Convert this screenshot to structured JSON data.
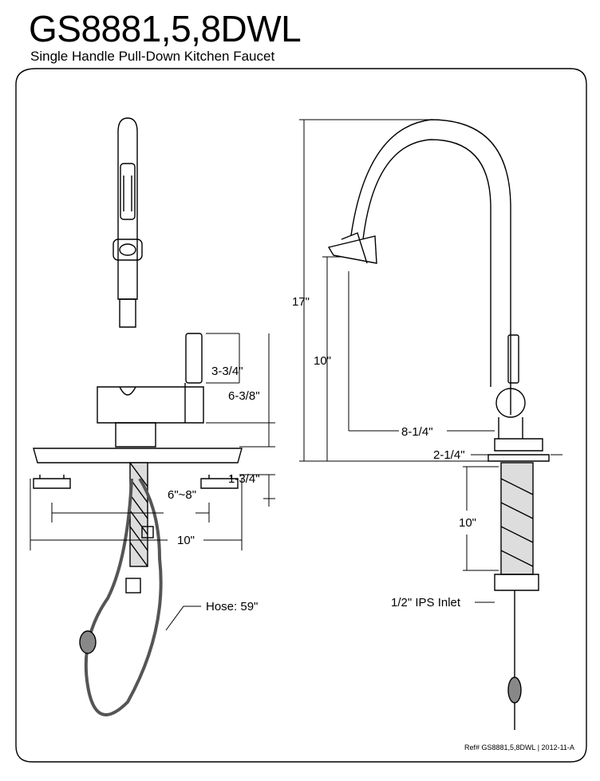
{
  "header": {
    "title": "GS8881,5,8DWL",
    "subtitle": "Single Handle Pull-Down Kitchen Faucet"
  },
  "front_view": {
    "dim_handle": "3-3/4\"",
    "dim_body": "6-3/8\"",
    "dim_below_deck": "1-3/4\"",
    "dim_spread": "6\"~8\"",
    "dim_plate_width": "10\"",
    "hose_label": "Hose: 59\""
  },
  "side_view": {
    "dim_total_height": "17\"",
    "dim_spout_clearance": "10\"",
    "dim_reach": "8-1/4\"",
    "dim_base": "2-1/4\"",
    "dim_shank": "10\"",
    "inlet_label": "1/2\" IPS Inlet"
  },
  "footer": {
    "ref": "Ref# GS8881,5,8DWL | 2012-11-A"
  }
}
